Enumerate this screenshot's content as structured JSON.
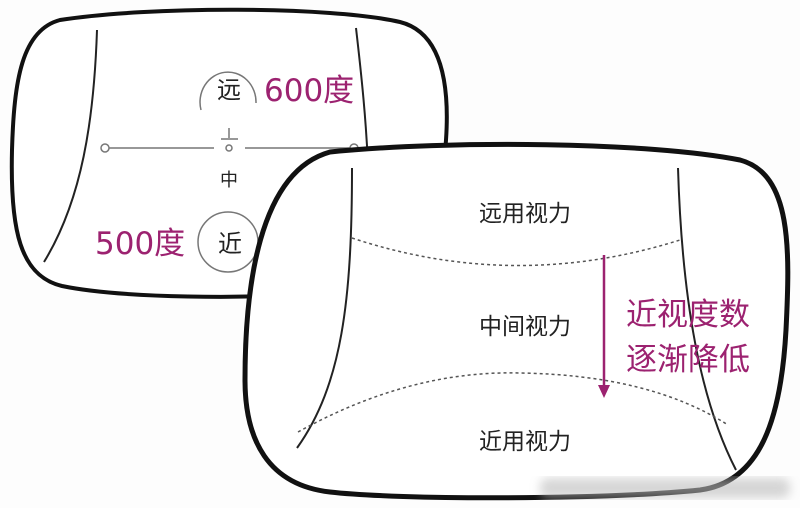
{
  "colors": {
    "accent": "#9c2270",
    "line": "#111111",
    "thin": "#666666"
  },
  "left_lens": {
    "far_label": "远",
    "far_power": "600度",
    "middle_label": "中",
    "near_label": "近",
    "near_power": "500度"
  },
  "right_lens": {
    "far_zone": "远用视力",
    "middle_zone": "中间视力",
    "near_zone": "近用视力",
    "note_line1": "近视度数",
    "note_line2": "逐渐降低"
  }
}
